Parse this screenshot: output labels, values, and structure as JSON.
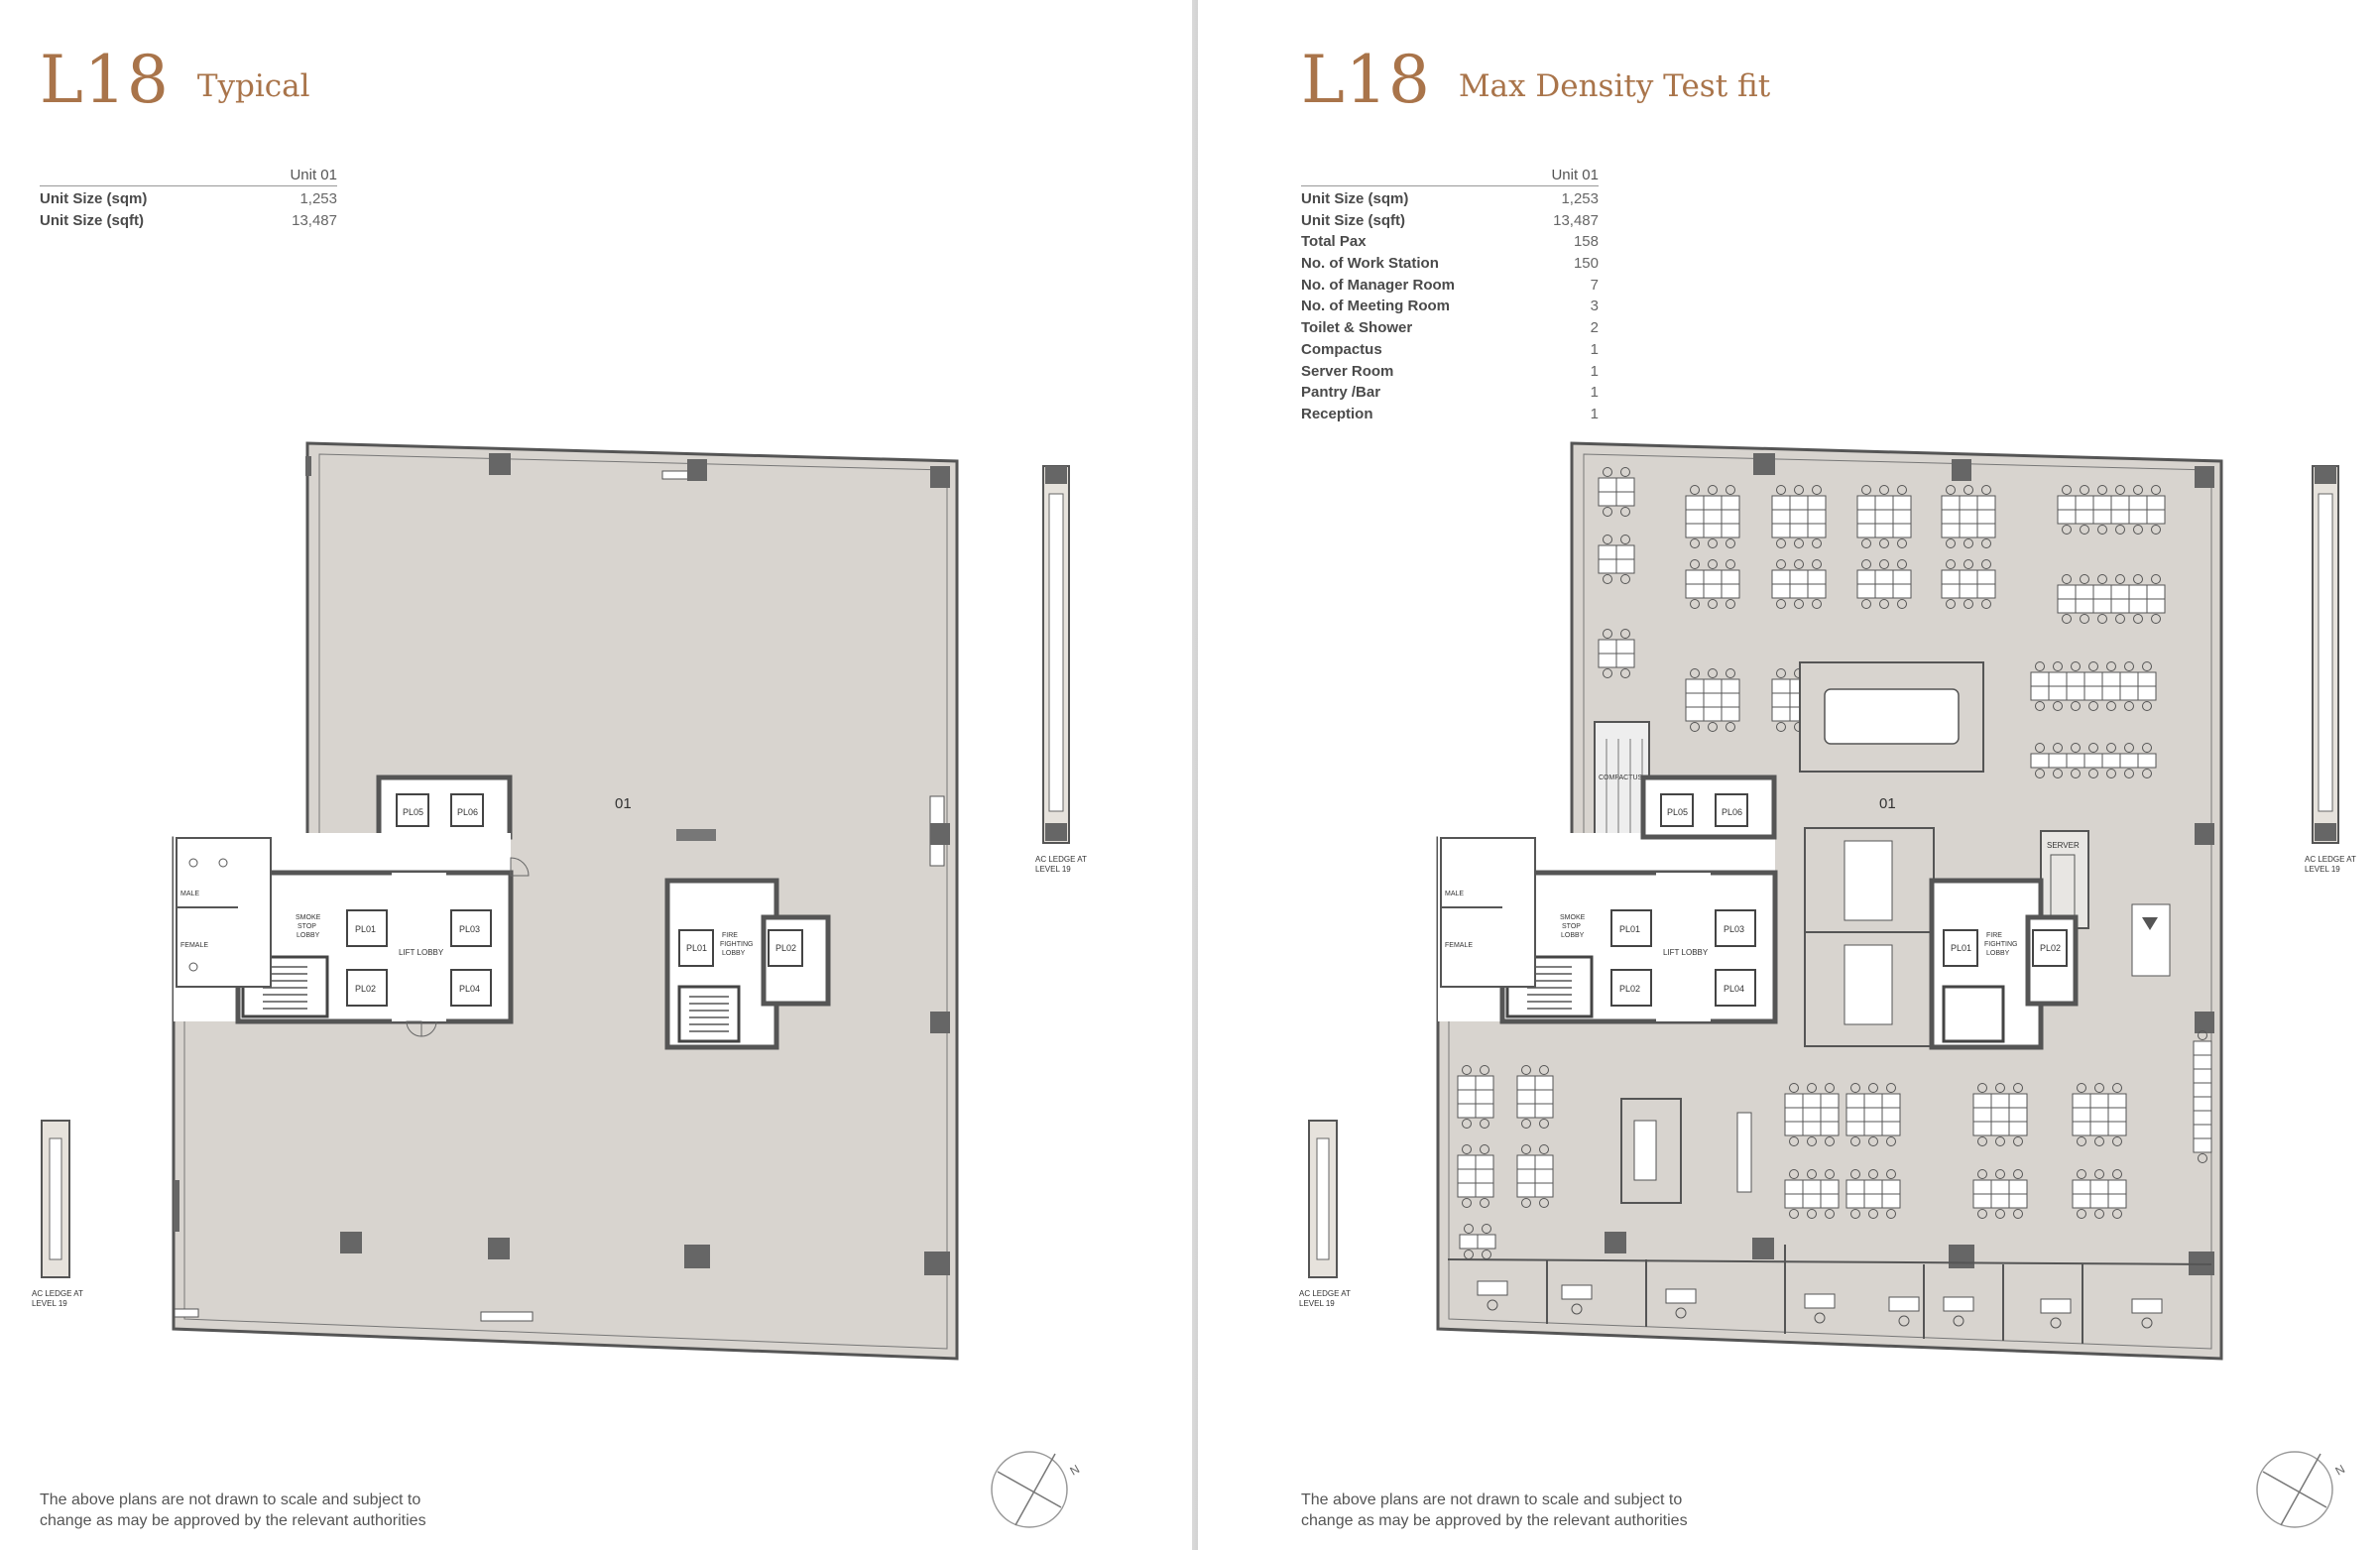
{
  "left": {
    "title": {
      "level": "L18",
      "subtitle": "Typical"
    },
    "spec": {
      "header": "Unit 01",
      "rows": [
        {
          "label": "Unit Size (sqm)",
          "value": "1,253"
        },
        {
          "label": "Unit Size (sqft)",
          "value": "13,487"
        }
      ]
    },
    "plan": {
      "unit_label": "01",
      "lifts": [
        "PL05",
        "PL06",
        "PL01",
        "PL02",
        "PL03",
        "PL04"
      ],
      "fire_lifts": [
        "PL01",
        "PL02"
      ],
      "male": "MALE",
      "female": "FEMALE",
      "smoke_lobby": [
        "SMOKE",
        "STOP",
        "LOBBY"
      ],
      "lift_lobby": "LIFT LOBBY",
      "fire_lobby": [
        "FIRE",
        "FIGHTING",
        "LOBBY"
      ],
      "ac_ledge": [
        "AC LEDGE AT",
        "LEVEL 19"
      ]
    },
    "disclaimer": [
      "The above plans are not drawn to scale and subject to",
      "change as may be approved by the relevant authorities"
    ],
    "compass_label": "N"
  },
  "right": {
    "title": {
      "level": "L18",
      "subtitle": "Max Density Test fit"
    },
    "spec": {
      "header": "Unit 01",
      "rows": [
        {
          "label": "Unit Size (sqm)",
          "value": "1,253"
        },
        {
          "label": "Unit Size (sqft)",
          "value": "13,487"
        },
        {
          "label": "Total Pax",
          "value": "158"
        },
        {
          "label": "No. of Work Station",
          "value": "150"
        },
        {
          "label": "No. of Manager Room",
          "value": "7"
        },
        {
          "label": "No. of Meeting Room",
          "value": "3"
        },
        {
          "label": "Toilet & Shower",
          "value": "2"
        },
        {
          "label": "Compactus",
          "value": "1"
        },
        {
          "label": "Server Room",
          "value": "1"
        },
        {
          "label": "Pantry /Bar",
          "value": "1"
        },
        {
          "label": "Reception",
          "value": "1"
        }
      ]
    },
    "plan": {
      "unit_label": "01",
      "lifts": [
        "PL05",
        "PL06",
        "PL01",
        "PL02",
        "PL03",
        "PL04"
      ],
      "fire_lifts": [
        "PL01",
        "PL02"
      ],
      "male": "MALE",
      "female": "FEMALE",
      "smoke_lobby": [
        "SMOKE",
        "STOP",
        "LOBBY"
      ],
      "lift_lobby": "LIFT LOBBY",
      "fire_lobby": [
        "FIRE",
        "FIGHTING",
        "LOBBY"
      ],
      "compactus": "COMPACTUS",
      "server": "SERVER",
      "ac_ledge": [
        "AC LEDGE AT",
        "LEVEL 19"
      ]
    },
    "disclaimer": [
      "The above plans are not drawn to scale and subject to",
      "change as may be approved by the relevant authorities"
    ],
    "compass_label": "N"
  },
  "colors": {
    "accent": "#a9744a",
    "floor": "#d8d4cf",
    "wall": "#555555",
    "core": "#ffffff"
  }
}
